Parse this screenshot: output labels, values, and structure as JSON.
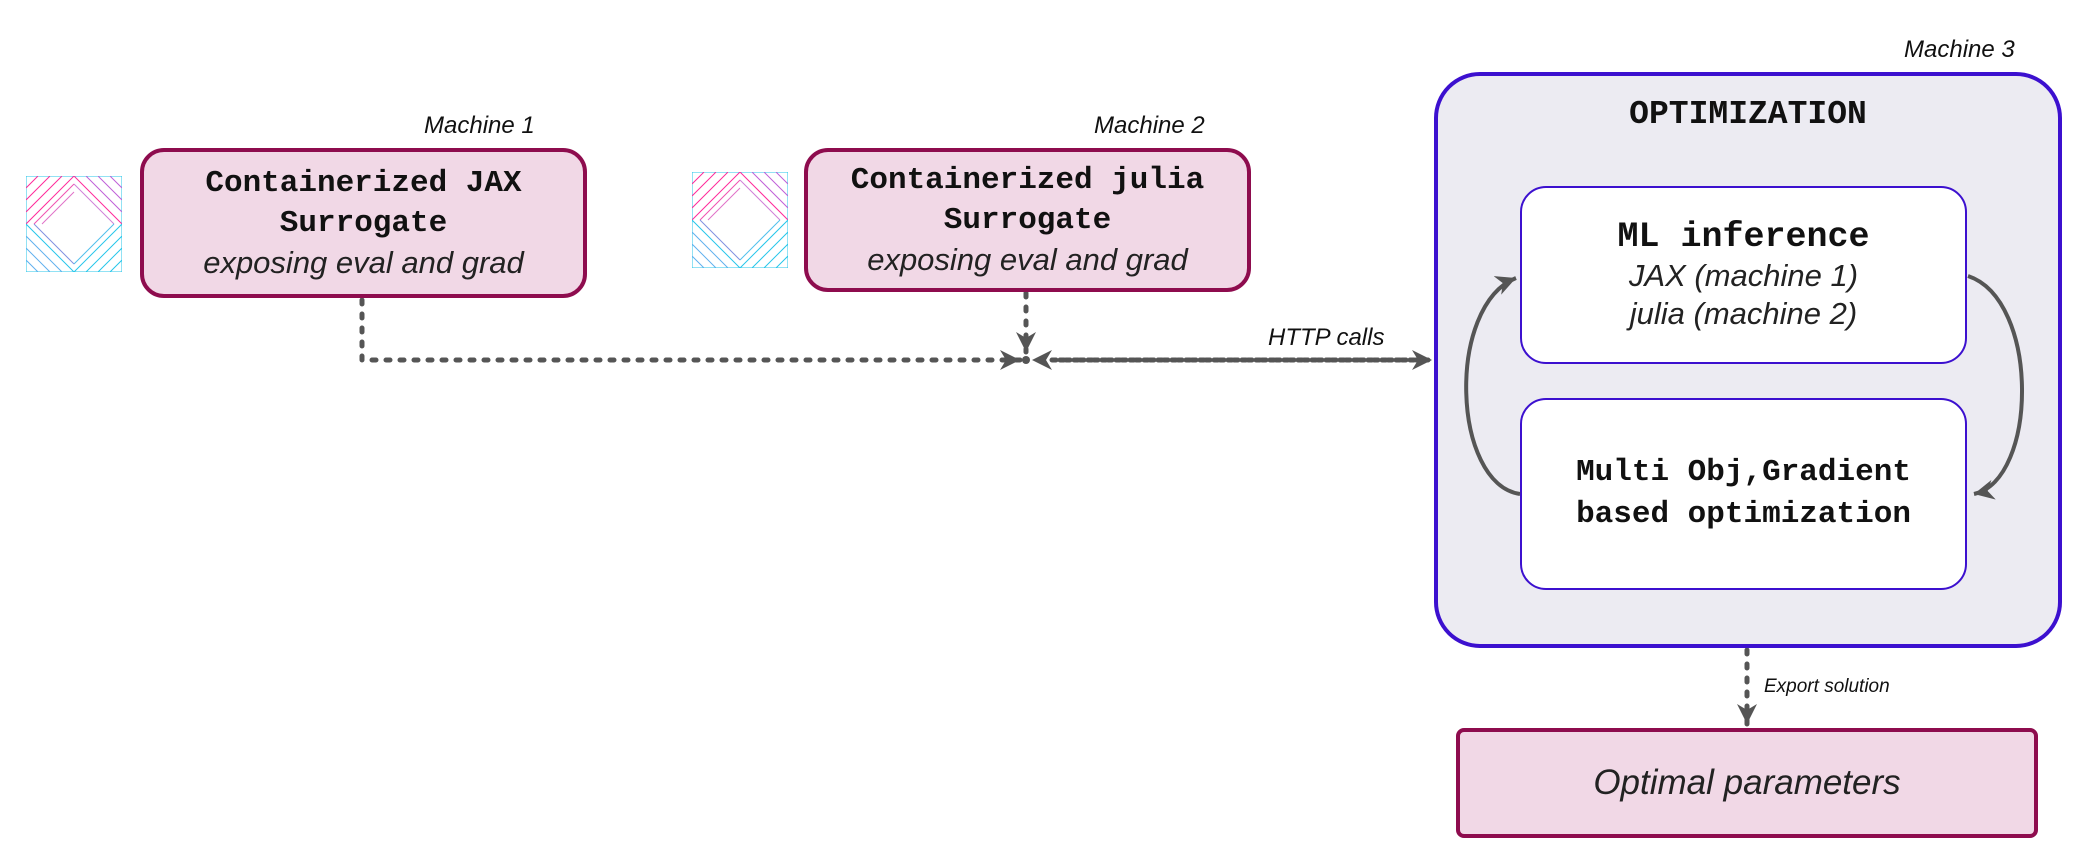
{
  "machines": {
    "m1": {
      "label": "Machine 1"
    },
    "m2": {
      "label": "Machine 2"
    },
    "m3": {
      "label": "Machine 3"
    }
  },
  "surrogates": [
    {
      "line1": "Containerized JAX",
      "line2": "Surrogate",
      "line3": "exposing eval and grad"
    },
    {
      "line1": "Containerized julia",
      "line2": "Surrogate",
      "line3": "exposing eval and grad"
    }
  ],
  "optimization": {
    "title": "OPTIMIZATION",
    "inference": {
      "title": "ML inference",
      "line1": "JAX (machine 1)",
      "line2": "julia (machine 2)"
    },
    "optimizer": {
      "line1": "Multi Obj,Gradient",
      "line2": "based optimization"
    }
  },
  "edges": {
    "http": "HTTP calls",
    "export": "Export solution"
  },
  "output": {
    "label": "Optimal parameters"
  },
  "colors": {
    "surrogate_fill": "#f1d8e6",
    "surrogate_border": "#8e0c4e",
    "optimization_fill": "#ecebf2",
    "optimization_border": "#3c10cf",
    "connector": "#555555",
    "logo_pink": "#ff2a9a",
    "logo_cyan": "#26c6ea"
  }
}
